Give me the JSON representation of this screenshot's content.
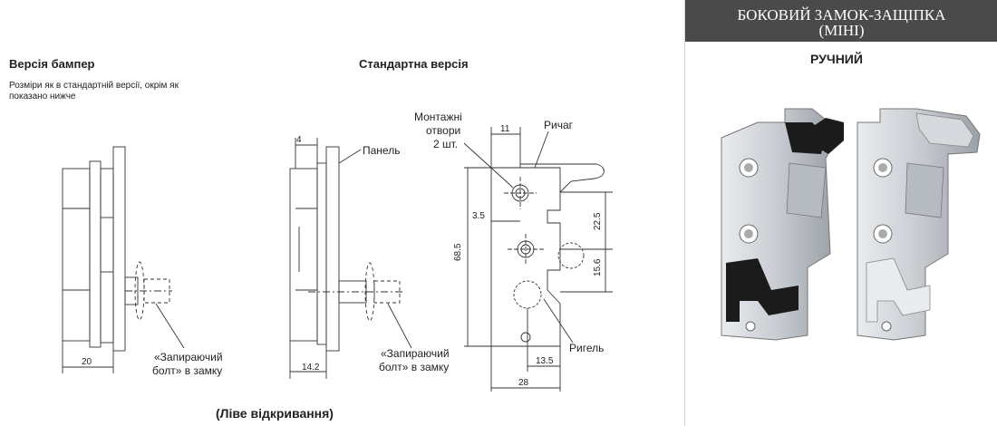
{
  "left": {
    "bumper_title": "Версія бампер",
    "bumper_note_line1": "Розміри як в стандартній версії, окрім як",
    "bumper_note_line2": "показано нижче",
    "standard_title": "Стандартна версія",
    "opening_caption": "(Ліве відкривання)",
    "bolt_label_line1": "«Запираючий",
    "bolt_label_line2": "болт» в замку",
    "panel_label": "Панель",
    "mount_label_line1": "Монтажні",
    "mount_label_line2": "отвори",
    "mount_label_line3": "2 шт.",
    "lever_label": "Ричаг",
    "bolt_part_label": "Ригель",
    "dims": {
      "bumper_width": "20",
      "panel_offset": "4",
      "standard_depth": "14.2",
      "hole_offset": "11",
      "edge_offset": "3.5",
      "height": "68.5",
      "upper_gap": "22.5",
      "lower_gap": "15.6",
      "bolt_offset": "13.5",
      "total_width": "28"
    }
  },
  "right": {
    "title_line1": "БОКОВИЙ ЗАМОК-ЗАЩІПКА",
    "title_line2": "(МІНІ)",
    "subtitle": "РУЧНИЙ"
  },
  "colors": {
    "title_bg": "#4a4a4a",
    "metal": "#c9cdd2",
    "rubber": "#1b1b1b"
  }
}
